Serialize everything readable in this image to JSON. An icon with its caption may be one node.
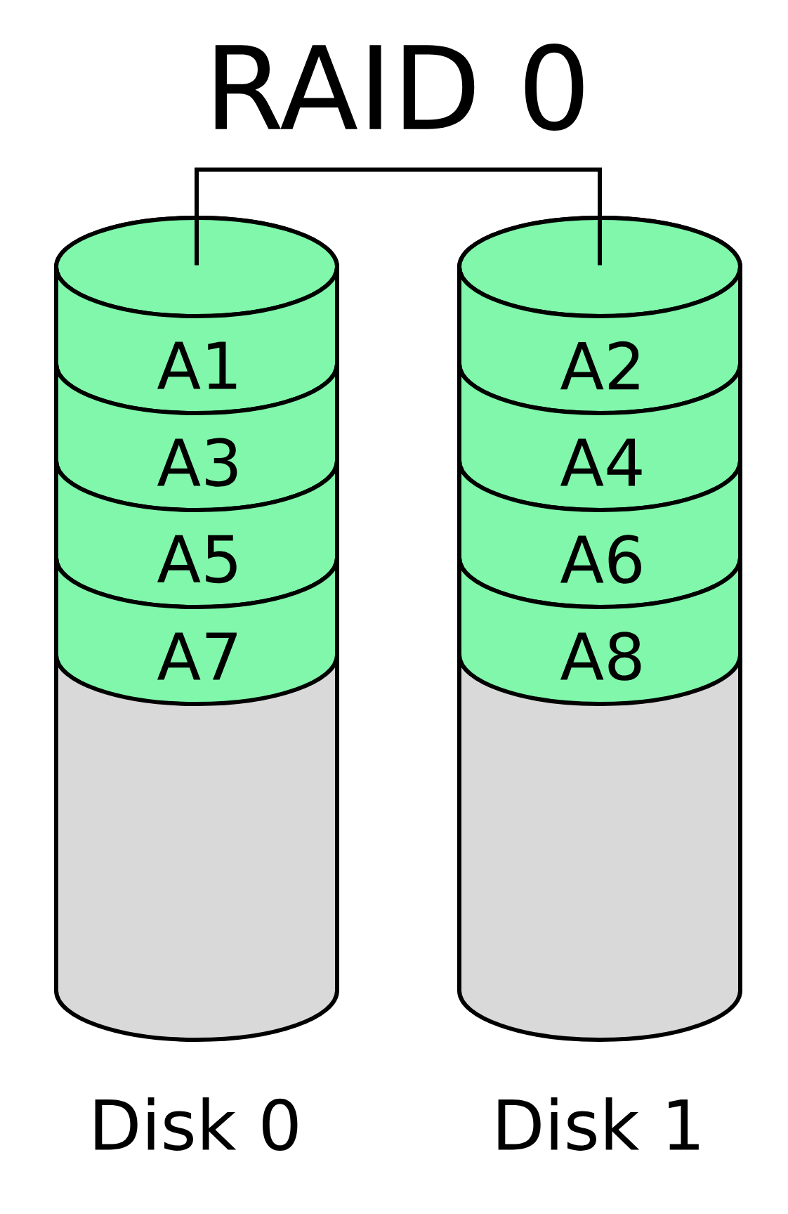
{
  "diagram": {
    "title": "RAID 0",
    "nodes": [
      {
        "text": [],
        "shape": "cylinder",
        "beside": [
          "Disk 0"
        ]
      },
      {
        "text": [
          "A1"
        ],
        "in": 0
      },
      {
        "text": [
          "A3"
        ],
        "in": 0
      },
      {
        "text": [
          "A5"
        ],
        "in": 0
      },
      {
        "text": [
          "A7"
        ],
        "in": 0
      },
      {
        "text": [],
        "shape": "cylinder",
        "beside": [
          "Disk 1"
        ]
      },
      {
        "text": [
          "A2"
        ],
        "in": 5
      },
      {
        "text": [
          "A4"
        ],
        "in": 5
      },
      {
        "text": [
          "A6"
        ],
        "in": 5
      },
      {
        "text": [
          "A8"
        ],
        "in": 5
      }
    ],
    "edges": [
      {
        "from": 0,
        "to": 5,
        "arrow": "none"
      }
    ]
  }
}
